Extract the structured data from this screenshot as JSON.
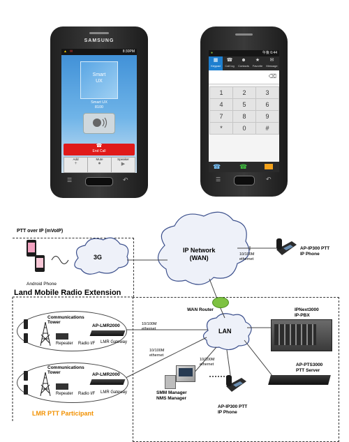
{
  "left_phone": {
    "brand": "SAMSUNG",
    "clock": "8:30PM",
    "app_tile": "Smart\nUX",
    "contact_name": "Smart UX",
    "contact_number": "8100",
    "end_call_label": "End Call",
    "buttons": [
      "Add",
      "Mute",
      "Speaker"
    ]
  },
  "right_phone": {
    "clock": "午後 6:44",
    "tabs": [
      "Keypad",
      "Call log",
      "Contacts",
      "Favorite",
      "Message"
    ],
    "keys": [
      "1",
      "2",
      "3",
      "4",
      "5",
      "6",
      "7",
      "8",
      "9",
      "*",
      "0",
      "#"
    ]
  },
  "diagram": {
    "ptt_over_ip_title": "PTT over IP (mVoIP)",
    "android_phone": "Android Phone",
    "cloud_3g": "3G",
    "ip_network": "IP Network\n(WAN)",
    "link_wan_phone": "10/100M\nethernet",
    "ip_phone_top": "AP-IP300 PTT\nIP Phone",
    "lmr_extension_title": "Land Mobile Radio Extension",
    "wan_router": "WAN Router",
    "lan": "LAN",
    "ipnext": "IPNext3000\nIP-PBX",
    "pts": "AP-PTS3000\nPTT Server",
    "link_lmr1": "10/100M\nethernet",
    "link_lmr2": "10/100M\nethernet",
    "link_smm": "10/100M\nethernet",
    "smm": "SMM Manager\nNMS Manager",
    "ip_phone_bottom": "AP-IP300 PTT\nIP Phone",
    "groups": [
      {
        "tower": "Communications\nTower",
        "gateway_model": "AP-LMR2000",
        "repeater": "Repeater",
        "radio_if": "Radio I/F",
        "gateway": "LMR Gateway"
      },
      {
        "tower": "Communications\nTower",
        "gateway_model": "AP-LMR2000",
        "repeater": "Repeater",
        "radio_if": "Radio I/F",
        "gateway": "LMR Gateway"
      }
    ],
    "lmr_participant": "LMR PTT Participant",
    "colors": {
      "participant": "#f29100",
      "router": "#7ec242",
      "cloud_fill": "#eef1f9"
    }
  }
}
